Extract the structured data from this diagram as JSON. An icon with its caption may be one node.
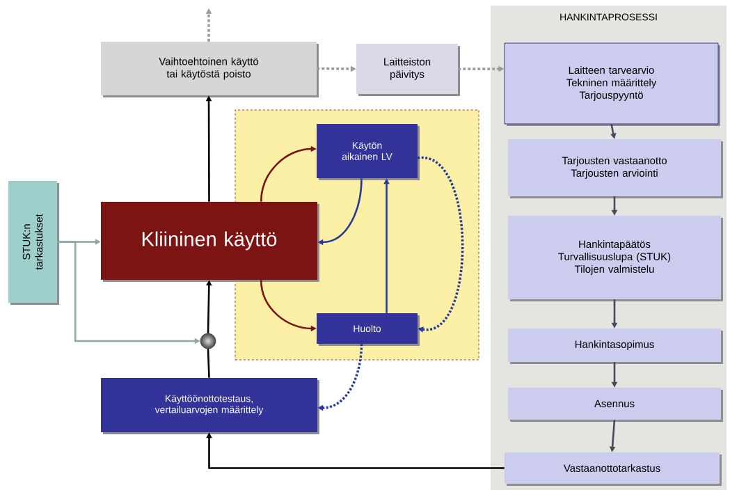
{
  "diagram": {
    "nodes": [
      {
        "text": [
          "Vaihtoehtoinen käyttö tai käytöstä poisto"
        ]
      },
      {
        "text": [
          "Laitteiston päivitys"
        ]
      },
      {
        "text": [
          "HANKINTAPROSESSI"
        ]
      },
      {
        "text": [
          "Laitteen tarvearvio Tekninen määrittely Tarjouspyyntö"
        ],
        "in": 2
      },
      {
        "text": [
          "Tarjousten vastaanotto Tarjousten arviointi"
        ],
        "in": 2
      },
      {
        "text": [
          "Hankintapäätös Turvallisuuslupa (STUK) Tilojen valmistelu"
        ],
        "in": 2
      },
      {
        "text": [
          "Hankintasopimus"
        ],
        "in": 2
      },
      {
        "text": [
          "Asennus"
        ],
        "in": 2
      },
      {
        "text": [
          "Vastaanottotarkastus"
        ],
        "in": 2
      },
      {
        "text": [],
        "shape": "box"
      },
      {
        "text": [
          "STUK:n tarkastukset"
        ]
      },
      {
        "text": [
          "Kliininen käyttö"
        ]
      },
      {
        "text": [
          "Käytön aikainen LV"
        ],
        "in": 9
      },
      {
        "text": [
          "Huolto"
        ],
        "in": 9
      },
      {
        "text": [],
        "shape": "circle"
      },
      {
        "text": [
          "Käyttöönottotestaus, vertailuarvojen määrittely"
        ]
      }
    ],
    "edges": [
      {
        "from": 0,
        "to": null,
        "arrow": "to",
        "style": "dashed",
        "color": "#9a9a9a"
      },
      {
        "from": 0,
        "to": 1,
        "arrow": "to",
        "style": "dashed",
        "color": "#9a9a9a"
      },
      {
        "from": 1,
        "to": 3,
        "arrow": "to",
        "style": "dashed",
        "color": "#9a9a9a"
      },
      {
        "from": 3,
        "to": 4,
        "arrow": "to"
      },
      {
        "from": 4,
        "to": 5,
        "arrow": "to"
      },
      {
        "from": 5,
        "to": 6,
        "arrow": "to"
      },
      {
        "from": 6,
        "to": 7,
        "arrow": "to"
      },
      {
        "from": 7,
        "to": 8,
        "arrow": "to"
      },
      {
        "from": 8,
        "to": 15,
        "arrow": "to",
        "color": "#000000"
      },
      {
        "from": 15,
        "to": 14,
        "arrow": "none",
        "color": "#000000"
      },
      {
        "from": 14,
        "to": 11,
        "arrow": "to",
        "color": "#000000"
      },
      {
        "from": 11,
        "to": 0,
        "arrow": "to",
        "color": "#000000"
      },
      {
        "from": 10,
        "to": 11,
        "arrow": "to",
        "color": "#8fa8a2"
      },
      {
        "from": 10,
        "to": 14,
        "arrow": "to",
        "color": "#8fa8a2"
      },
      {
        "from": 11,
        "to": 12,
        "arrow": "to",
        "color": "#7a1414"
      },
      {
        "from": 11,
        "to": 13,
        "arrow": "to",
        "color": "#7a1414"
      },
      {
        "from": 12,
        "to": 11,
        "arrow": "to",
        "color": "#2a3a9a"
      },
      {
        "from": 13,
        "to": 12,
        "arrow": "to",
        "color": "#2a3a9a"
      },
      {
        "from": 12,
        "to": 13,
        "arrow": "to",
        "style": "dashed",
        "color": "#2a3a9a"
      },
      {
        "from": 13,
        "to": 15,
        "arrow": "to",
        "style": "dashed",
        "color": "#2a3a9a"
      }
    ]
  }
}
